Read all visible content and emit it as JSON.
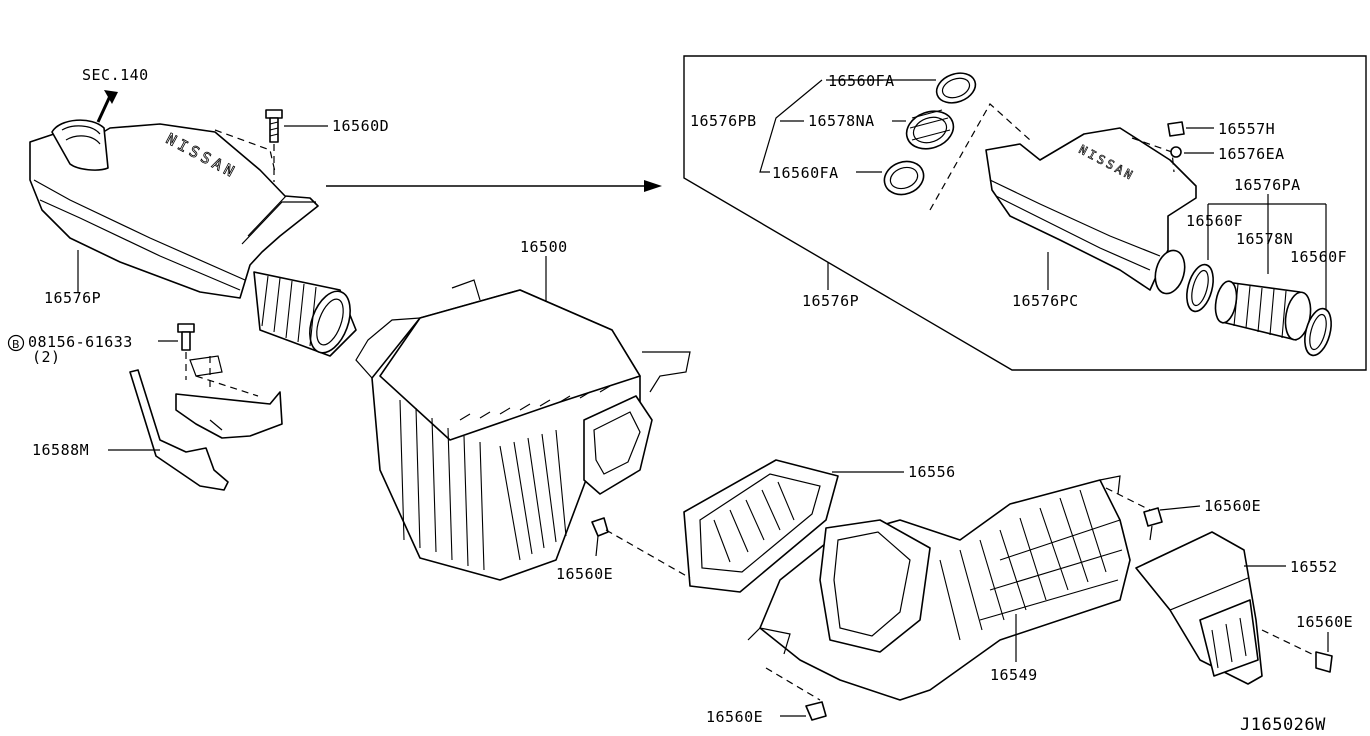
{
  "diagram_id": "J165026W",
  "section_ref": "SEC.140",
  "labels": {
    "p16560D": "16560D",
    "p16576P_main": "16576P",
    "p08156": "08156-61633",
    "p08156_qty": "(2)",
    "p16588M": "16588M",
    "p16500": "16500",
    "p16556": "16556",
    "p16560E_a": "16560E",
    "p16560E_b": "16560E",
    "p16560E_c": "16560E",
    "p16560E_d": "16560E",
    "p16552": "16552",
    "p16549": "16549",
    "p16560FA_a": "16560FA",
    "p16576PB": "16576PB",
    "p16578NA": "16578NA",
    "p16560FA_b": "16560FA",
    "p16557H": "16557H",
    "p16576EA": "16576EA",
    "p16576PA": "16576PA",
    "p16560F_a": "16560F",
    "p16578N": "16578N",
    "p16560F_b": "16560F",
    "p16576P_inset": "16576P",
    "p16576PC": "16576PC"
  },
  "symbols": {
    "circled_b": "B",
    "arrow": "up-right-arrow-icon"
  },
  "embossed_text": "NISSAN"
}
